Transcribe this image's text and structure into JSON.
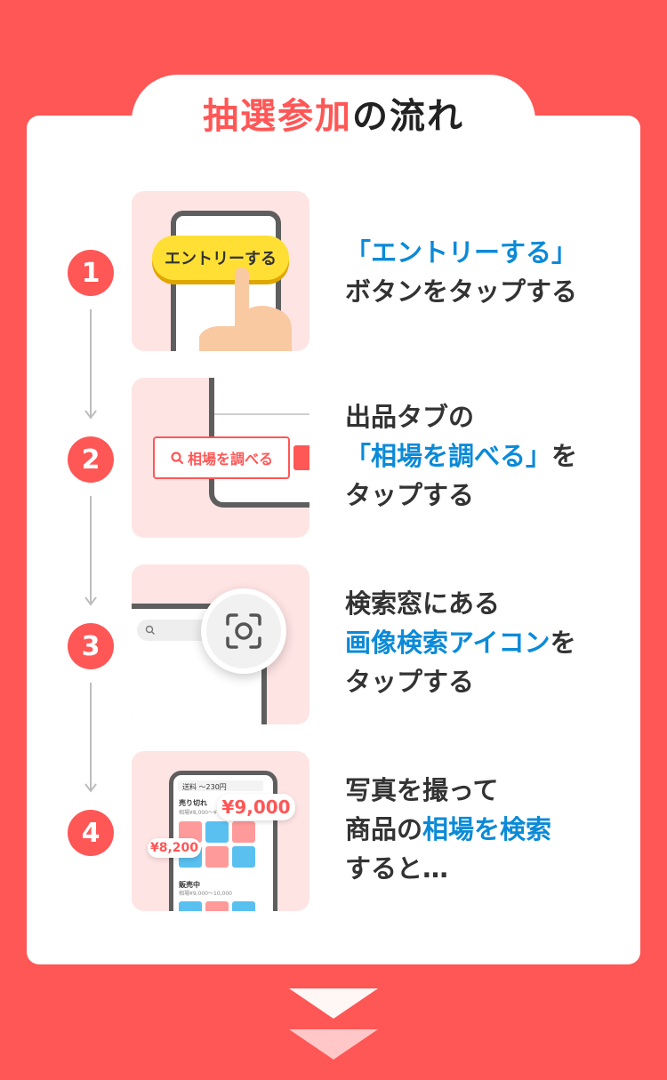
{
  "title": {
    "accent": "抽選参加",
    "rest": "の流れ"
  },
  "steps": [
    {
      "number": "1",
      "lines": [
        [
          {
            "t": "「エントリーする」",
            "blue": true
          }
        ],
        [
          {
            "t": "ボタンをタップする"
          }
        ]
      ]
    },
    {
      "number": "2",
      "lines": [
        [
          {
            "t": "出品タブの"
          }
        ],
        [
          {
            "t": "「相場を調べる」",
            "blue": true
          },
          {
            "t": "を"
          }
        ],
        [
          {
            "t": "タップする"
          }
        ]
      ]
    },
    {
      "number": "3",
      "lines": [
        [
          {
            "t": "検索窓にある"
          }
        ],
        [
          {
            "t": "画像検索アイコン",
            "blue": true
          },
          {
            "t": "を"
          }
        ],
        [
          {
            "t": "タップする"
          }
        ]
      ]
    },
    {
      "number": "4",
      "lines": [
        [
          {
            "t": "写真を撮って"
          }
        ],
        [
          {
            "t": "商品の"
          },
          {
            "t": "相場を検索",
            "blue": true
          }
        ],
        [
          {
            "t": "すると…"
          }
        ]
      ]
    }
  ],
  "illus1": {
    "button_label": "エントリーする"
  },
  "illus2": {
    "button_label": "相場を調べる"
  },
  "illus4": {
    "shipping": "送料 〜230円",
    "sold_label": "売り切れ",
    "sold_range": "相場¥8,000〜¥",
    "on_sale_label": "販売中",
    "on_sale_range": "相場¥9,000〜10,000",
    "price_big": "¥9,000",
    "price_small": "¥8,200"
  },
  "colors": {
    "brand_red": "#ff5656",
    "accent_blue": "#0b8ad8",
    "illus_bg": "#ffe4e4"
  }
}
